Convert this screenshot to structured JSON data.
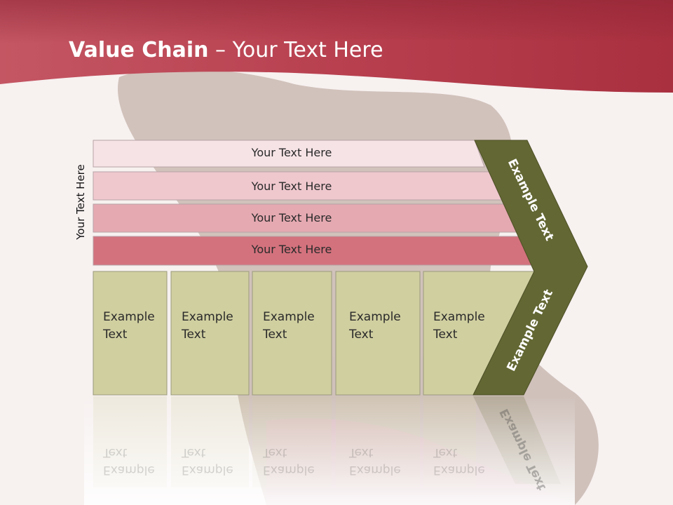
{
  "title": {
    "bold": "Value Chain",
    "rest": " – Your Text Here"
  },
  "side_label": "Your Text Here",
  "rows": [
    {
      "label": "Your Text Here"
    },
    {
      "label": "Your Text Here"
    },
    {
      "label": "Your Text Here"
    },
    {
      "label": "Your Text Here"
    }
  ],
  "columns": [
    {
      "line1": "Example",
      "line2": "Text"
    },
    {
      "line1": "Example",
      "line2": "Text"
    },
    {
      "line1": "Example",
      "line2": "Text"
    },
    {
      "line1": "Example",
      "line2": "Text"
    },
    {
      "line1": "Example",
      "line2": "Text"
    }
  ],
  "chevron": {
    "upper": "Example Text",
    "lower": "Example Text"
  },
  "colors": {
    "header": "#b33b4b",
    "row1": "#f6e3e6",
    "row2": "#efc8ce",
    "row3": "#e5a9b1",
    "row4": "#d3727d",
    "column": "#d0cfa0",
    "chevron": "#636733"
  }
}
